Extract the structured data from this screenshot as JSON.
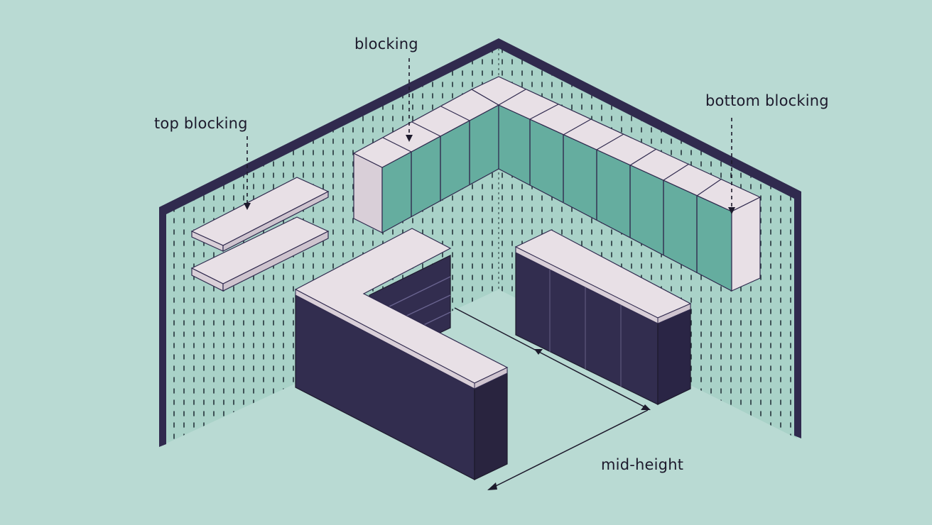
{
  "labels": {
    "blocking": "blocking",
    "top_blocking": "top blocking",
    "bottom_blocking": "bottom blocking",
    "mid_height": "mid-height"
  },
  "colors": {
    "background": "#b9dad3",
    "wall": "#a9d2c8",
    "wall_edge": "#302a4e",
    "cabinet_top": "#e8e0e6",
    "cabinet_side": "#d9cfd8",
    "cabinet_dark": "#322d4f",
    "cabinet_door": "#65ad9f",
    "line": "#1d1a2c"
  }
}
